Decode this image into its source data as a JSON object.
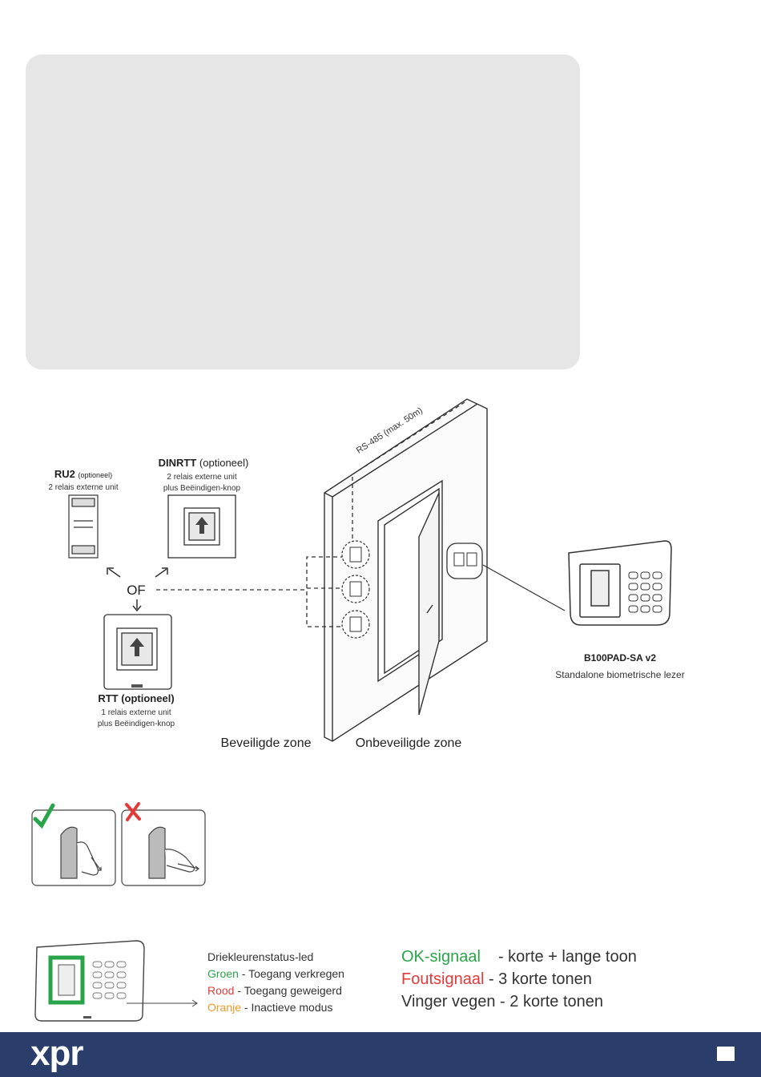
{
  "diagram": {
    "rs485": "RS-485 (max. 50m)",
    "ru2": {
      "name": "RU2",
      "optional": "(optioneel)",
      "desc": "2 relais externe unit"
    },
    "dinrtt": {
      "name": "DINRTT",
      "optional": "(optioneel)",
      "desc1": "2 relais externe unit",
      "desc2": "plus Beëindigen-knop"
    },
    "rtt": {
      "name": "RTT (optioneel)",
      "desc1": "1 relais externe unit",
      "desc2": "plus Beëindigen-knop"
    },
    "or": "OF",
    "reader": {
      "name": "B100PAD-SA v2",
      "desc": "Standalone biometrische lezer"
    },
    "secure_zone": "Beveiligde zone",
    "unsecure_zone": "Onbeveiligde zone"
  },
  "led": {
    "title": "Driekleurenstatus-led",
    "green_word": "Groen",
    "green_text": " - Toegang verkregen",
    "red_word": "Rood",
    "red_text": " - Toegang geweigerd",
    "orange_word": "Oranje",
    "orange_text": " - Inactieve modus",
    "colors": {
      "green": "#2aa44a",
      "red": "#e23a3a",
      "orange": "#f09a28"
    }
  },
  "signals": {
    "ok_word": "OK-signaal",
    "ok_text": "- korte + lange toon",
    "err_word": "Foutsignaal",
    "err_text": " - 3 korte tonen",
    "swipe_text": "Vinger vegen - 2 korte tonen"
  },
  "footer": {
    "logo": "xpr",
    "color": "#2b3e6b"
  }
}
